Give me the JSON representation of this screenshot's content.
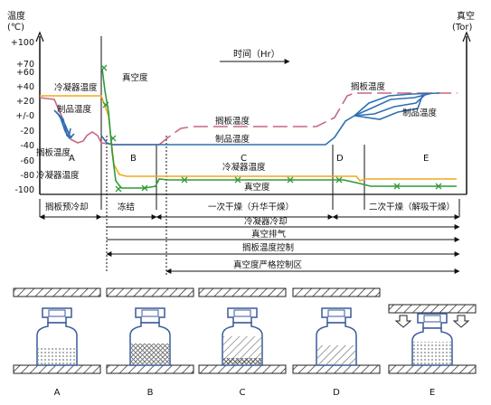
{
  "diagram": {
    "y_left_title": "温度",
    "y_left_unit": "(℃)",
    "y_right_title": "真空",
    "y_right_unit": "(Tor)",
    "y_ticks": [
      "+100",
      "+70",
      "+60",
      "+40",
      "+20",
      "+/-0",
      "-20",
      "-40",
      "-60",
      "-80",
      "-100"
    ],
    "time_axis_label": "时间（Hr）",
    "curve_labels": {
      "condenser_top": "冷凝器温度",
      "product_left": "制品温度",
      "shelf_left": "搁板温度",
      "condenser_left": "冷凝器温度",
      "vacuum_top": "真空度",
      "shelf_mid": "搁板温度",
      "product_mid": "制品温度",
      "condenser_mid": "冷凝器温度",
      "vacuum_mid": "真空度",
      "shelf_right": "搁板温度",
      "product_right": "制品温度"
    },
    "phase_letters": [
      "A",
      "B",
      "C",
      "D",
      "E"
    ],
    "stages": [
      "搁板预冷却",
      "冻结",
      "一次干燥（升华干燥）",
      "二次干燥（解吸干燥）"
    ],
    "control_bars": [
      "冷凝器冷却",
      "真空排气",
      "搁板温度控制",
      "真空度严格控制区"
    ],
    "vial_labels": [
      "A",
      "B",
      "C",
      "D",
      "E"
    ]
  },
  "colors": {
    "condenser": "#f2a81d",
    "product": "#2f6fb3",
    "shelf": "#c9677f",
    "vacuum": "#2f9a3c",
    "vial": "#3a5a9a",
    "hatch": "#333333"
  }
}
